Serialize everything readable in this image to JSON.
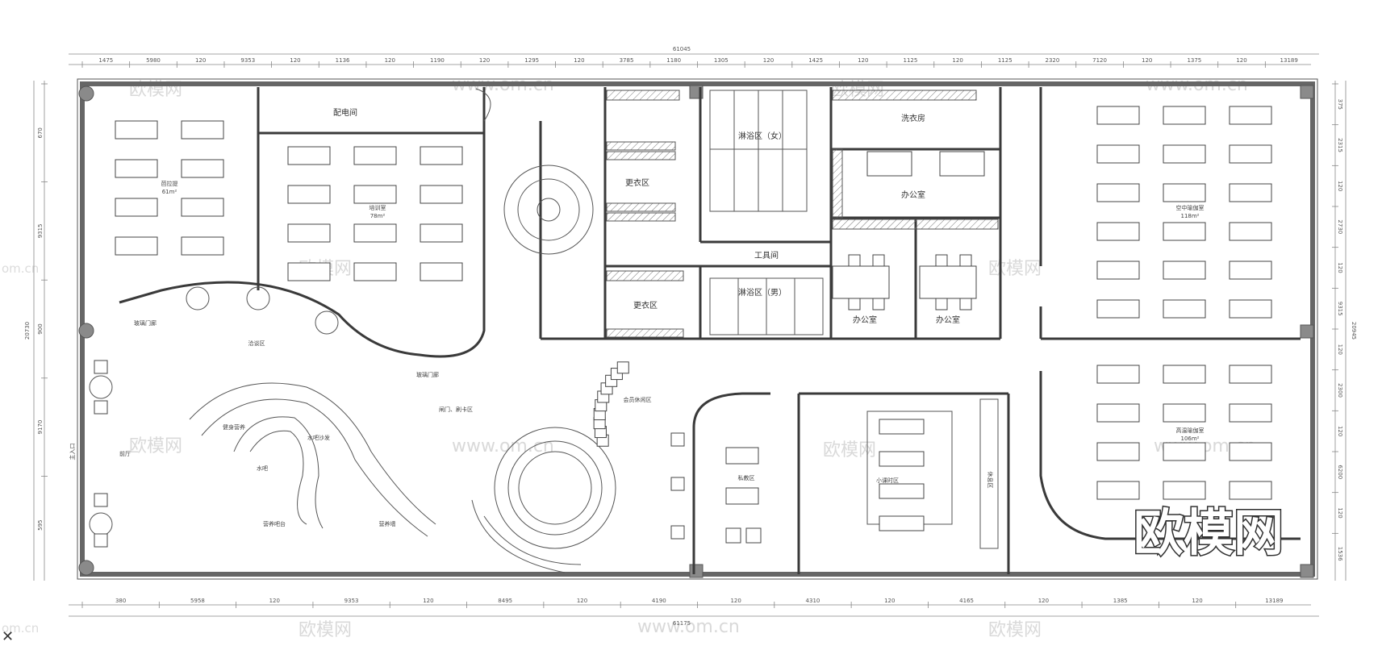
{
  "rooms": {
    "peidianjian": "配电间",
    "ballet": "芭拉提",
    "ballet_area": "61m²",
    "training": "培训室",
    "training_area": "78m²",
    "dressing_1": "更衣区",
    "dressing_2": "更衣区",
    "shower_women": "淋浴区（女）",
    "shower_men": "淋浴区（男）",
    "tool_room": "工具间",
    "laundry": "洗衣房",
    "office_1": "办公室",
    "office_2": "办公室",
    "office_3": "办公室",
    "aerial_yoga": "空中瑜伽室",
    "aerial_yoga_area": "118m²",
    "hot_yoga": "高温瑜伽室",
    "hot_yoga_area": "106m²",
    "glass_door_1": "玻璃门廊",
    "glass_door_2": "玻璃门廊",
    "negotiation": "洽谈区",
    "lounge": "会员休闲区",
    "gate": "闸门、刷卡区",
    "bar_nutrition": "健身营养",
    "water_bar": "水吧",
    "water_sofa": "水吧沙发",
    "feature_wall": "营养墙",
    "bar_counter": "营养吧台",
    "front_hall": "前厅",
    "private_class": "私教区",
    "small_class": "小课时区",
    "rest": "休息区",
    "entrance": "主入口"
  },
  "dims_top": [
    "1475",
    "5980",
    "120",
    "9353",
    "120",
    "1136",
    "120",
    "1190",
    "120",
    "1295",
    "120",
    "3785",
    "1180",
    "1305",
    "120",
    "1425",
    "120",
    "1125",
    "120",
    "1125",
    "2320",
    "7120",
    "120",
    "1375",
    "120",
    "13189"
  ],
  "dim_top_total": "61045",
  "dims_bottom": [
    "380",
    "5958",
    "120",
    "9353",
    "120",
    "8495",
    "120",
    "4190",
    "120",
    "4310",
    "120",
    "4165",
    "120",
    "1385",
    "120",
    "13189"
  ],
  "dim_bottom_total": "61175",
  "dims_left": [
    "670",
    "9315",
    "900",
    "9170",
    "595"
  ],
  "dim_left_total": "20730",
  "dims_right": [
    "375",
    "2315",
    "120",
    "2730",
    "120",
    "9315",
    "120",
    "2300",
    "120",
    "6200",
    "120",
    "1536"
  ],
  "dim_right_total": "20945",
  "watermark_text": "欧模网",
  "watermark_url": "www.om.cn",
  "watermark_url_short": "om.cn",
  "logo_text": "欧模网",
  "close_symbol": "✕"
}
